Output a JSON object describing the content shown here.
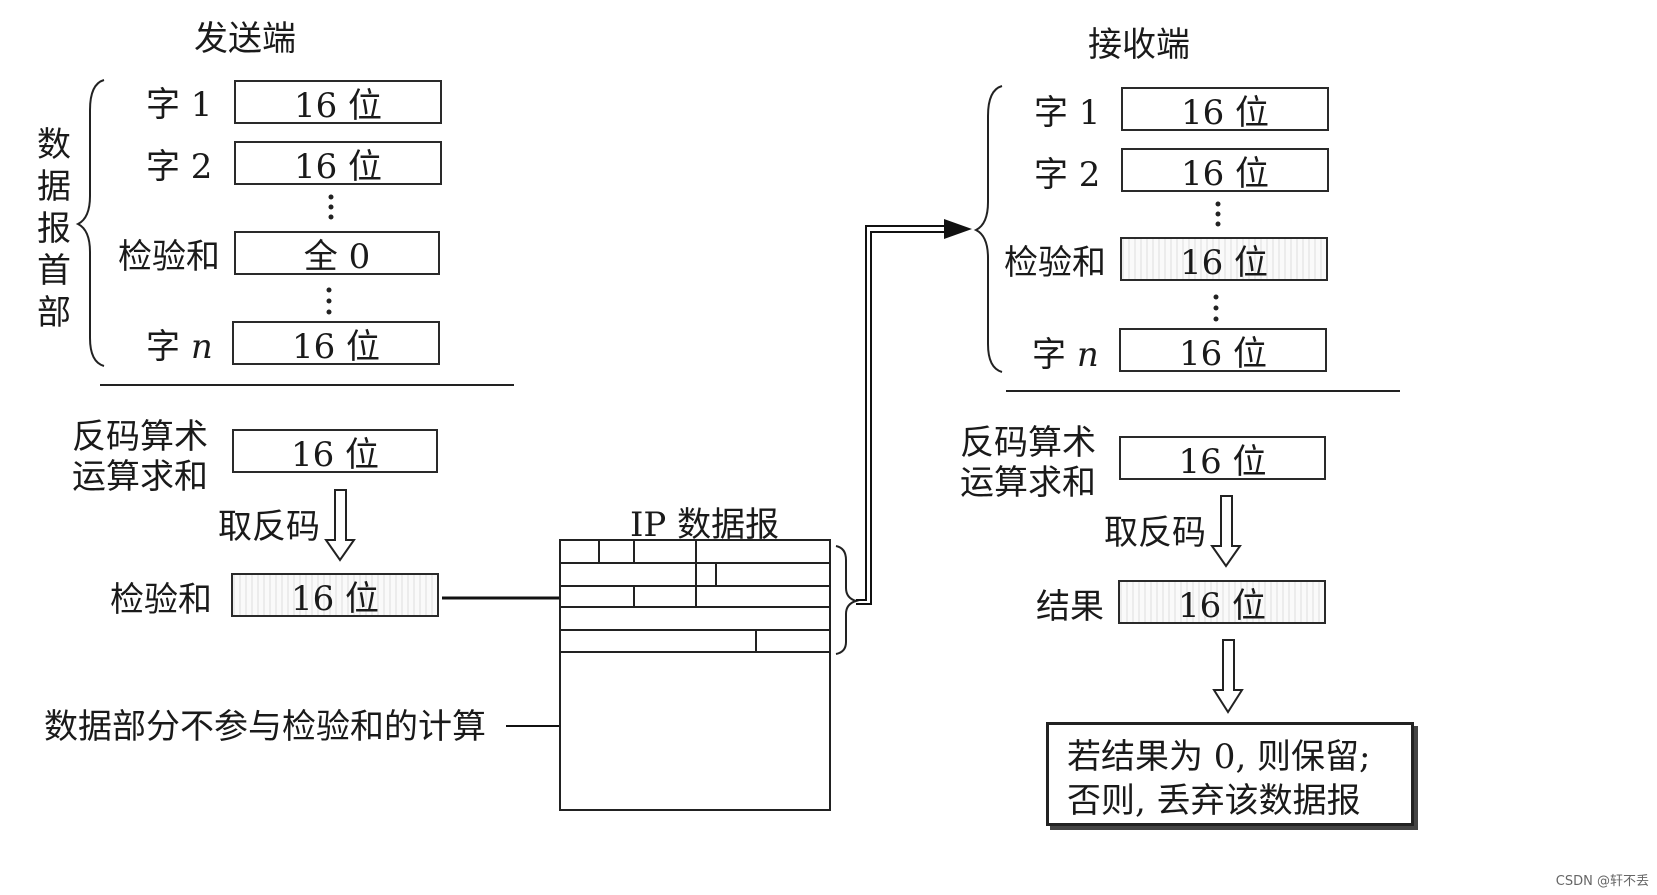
{
  "sender": {
    "title": "发送端",
    "group_label": [
      "数",
      "据",
      "报",
      "首",
      "部"
    ],
    "rows": [
      {
        "label": "字 1",
        "value": "16 位"
      },
      {
        "label": "字 2",
        "value": "16 位"
      },
      {
        "label": "检验和",
        "value": "全 0"
      },
      {
        "label_prefix": "字 ",
        "label_var": "n",
        "value": "16 位"
      }
    ],
    "sum_label_line1": "反码算术",
    "sum_label_line2": "运算求和",
    "sum_value": "16 位",
    "invert_label": "取反码",
    "checksum_label": "检验和",
    "checksum_value": "16 位",
    "excluded_note": "数据部分不参与检验和的计算"
  },
  "ip_datagram": {
    "title": "IP 数据报",
    "data_part": "数据部分"
  },
  "receiver": {
    "title": "接收端",
    "rows": [
      {
        "label": "字 1",
        "value": "16 位"
      },
      {
        "label": "字 2",
        "value": "16 位"
      },
      {
        "label": "检验和",
        "value": "16 位"
      },
      {
        "label_prefix": "字 ",
        "label_var": "n",
        "value": "16 位"
      }
    ],
    "sum_label_line1": "反码算术",
    "sum_label_line2": "运算求和",
    "sum_value": "16 位",
    "invert_label": "取反码",
    "result_label": "结果",
    "result_value": "16 位",
    "decision_line1": "若结果为 0, 则保留;",
    "decision_line2": "否则, 丢弃该数据报"
  },
  "watermark": "CSDN @轩不丢"
}
